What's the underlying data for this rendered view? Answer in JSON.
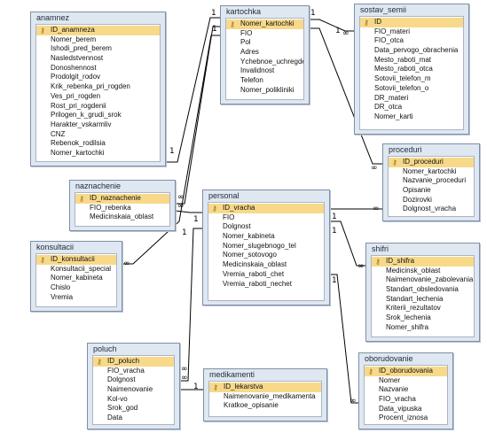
{
  "tables": [
    {
      "id": "anamnez",
      "title": "anamnez",
      "fields": [
        "ID_anamneza",
        "Nomer_berem",
        "Ishodi_pred_berem",
        "Nasledstvennost",
        "Donoshennost",
        "Prodolgit_rodov",
        "Krik_rebenka_pri_rogden",
        "Ves_pri_rogden",
        "Rost_pri_rogdenii",
        "Prilogen_k_grudi_srok",
        "Harakter_vskarmliv",
        "CNZ",
        "Rebenok_rodilsia",
        "Nomer_kartochki"
      ]
    },
    {
      "id": "kartochka",
      "title": "kartochka",
      "fields": [
        "Nomer_kartochki",
        "FIO",
        "Pol",
        "Adres",
        "Ychebnoe_uchregdenie",
        "Invalidnost",
        "Telefon",
        "Nomer_polikliniki"
      ]
    },
    {
      "id": "sostav_semii",
      "title": "sostav_semii",
      "fields": [
        "ID",
        "FIO_materi",
        "FIO_otca",
        "Data_pervogo_obrachenia",
        "Mesto_raboti_mat",
        "Mesto_raboti_otca",
        "Sotovii_telefon_m",
        "Sotovii_telefon_o",
        "DR_materi",
        "DR_otca",
        "Nomer_karti"
      ]
    },
    {
      "id": "proceduri",
      "title": "proceduri",
      "fields": [
        "ID_proceduri",
        "Nomer_kartochki",
        "Nazvanie_proceduri",
        "Opisanie",
        "Dozirovki",
        "Dolgnost_vracha"
      ]
    },
    {
      "id": "naznachenie",
      "title": "naznachenie",
      "fields": [
        "ID_naznachenie",
        "FIO_rebenka",
        "Medicinskaia_oblast"
      ]
    },
    {
      "id": "personal",
      "title": "personal",
      "fields": [
        "ID_vracha",
        "FIO",
        "Dolgnost",
        "Nomer_kabineta",
        "Nomer_slugebnogo_tel",
        "Nomer_sotovogo",
        "Medicinskaia_oblast",
        "Vremia_raboti_chet",
        "Vremia_raboti_nechet"
      ]
    },
    {
      "id": "konsultacii",
      "title": "konsultacii",
      "fields": [
        "ID_konsultacii",
        "Konsultacii_special",
        "Nomer_kabineta",
        "Chislo",
        "Vremia"
      ]
    },
    {
      "id": "shifri",
      "title": "shifri",
      "fields": [
        "ID_shifra",
        "Medicinsk_oblast",
        "Naimenovanie_zabolevania",
        "Standart_obsledovania",
        "Standart_lechenia",
        "Kriterii_rezultatov",
        "Srok_lechenia",
        "Nomer_shifra"
      ]
    },
    {
      "id": "poluch",
      "title": "poluch",
      "fields": [
        "ID_poluch",
        "FIO_vracha",
        "Dolgnost",
        "Naimenovanie",
        "Kol-vo",
        "Srok_god",
        "Data"
      ]
    },
    {
      "id": "medikamenti",
      "title": "medikamenti",
      "fields": [
        "ID_lekarstva",
        "Naimenovanie_medikamenta",
        "Kratkoe_opisanie"
      ]
    },
    {
      "id": "oborudovanie",
      "title": "oborudovanie",
      "fields": [
        "ID_oborudovania",
        "Nomer",
        "Nazvanie",
        "FIO_vracha",
        "Data_vipuska",
        "Procent_iznosa"
      ]
    }
  ],
  "cardinality": {
    "one": "1",
    "many": "∞"
  }
}
